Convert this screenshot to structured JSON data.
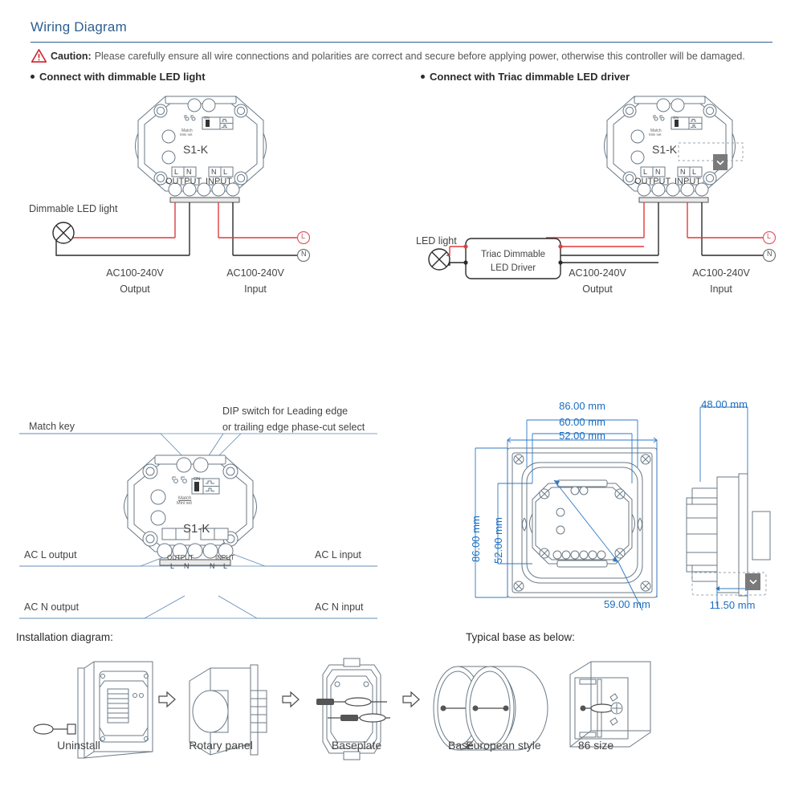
{
  "header": {
    "title": "Wiring Diagram",
    "caution_label": "Caution:",
    "caution_text": "Please carefully ensure all wire connections and polarities are correct and secure before applying power, otherwise this controller will be damaged.",
    "caution_icon": "warning-triangle-icon"
  },
  "wiring": {
    "left": {
      "heading": "Connect with dimmable LED light",
      "device_model": "S1-K",
      "dip_match_label": "Match",
      "dip_match_sub": "Mini set",
      "dip_on_label": "ON",
      "output_group": "OUTPUT",
      "output_terminals": [
        "L",
        "N"
      ],
      "input_group": "INPUT",
      "input_terminals": [
        "N",
        "L"
      ],
      "load_label": "Dimmable LED light",
      "output_caption_line1": "AC100-240V",
      "output_caption_line2": "Output",
      "input_caption_line1": "AC100-240V",
      "input_caption_line2": "Input",
      "mains_live": "L",
      "mains_neutral": "N"
    },
    "right": {
      "heading": "Connect with Triac dimmable LED driver",
      "device_model": "S1-K",
      "dip_match_label": "Match",
      "dip_match_sub": "Mini set",
      "dip_on_label": "ON",
      "output_group": "OUTPUT",
      "output_terminals": [
        "L",
        "N"
      ],
      "input_group": "INPUT",
      "input_terminals": [
        "N",
        "L"
      ],
      "load_label": "LED light",
      "driver_line1": "Triac Dimmable",
      "driver_line2": "LED Driver",
      "output_caption_line1": "AC100-240V",
      "output_caption_line2": "Output",
      "input_caption_line1": "AC100-240V",
      "input_caption_line2": "Input",
      "mains_live": "L",
      "mains_neutral": "N",
      "dropdown_icon": "chevron-down-icon"
    }
  },
  "callouts": {
    "device_model": "S1-K",
    "match_key": "Match key",
    "dip_note_line1": "DIP switch for Leading edge",
    "dip_note_line2": "or trailing edge phase-cut select",
    "ac_l_output": "AC L output",
    "ac_n_output": "AC N output",
    "ac_l_input": "AC L input",
    "ac_n_input": "AC N input",
    "dip_match_label": "Match",
    "dip_match_sub": "Mini set",
    "dip_on_label": "ON",
    "output_group": "OUTPUT",
    "output_terminals": [
      "L",
      "N"
    ],
    "input_group": "INPUT",
    "input_terminals": [
      "N",
      "L"
    ]
  },
  "dimensions": {
    "front": {
      "width_outer": "86.00 mm",
      "width_mid": "60.00 mm",
      "width_inner": "52.00 mm",
      "height_outer": "86.00 mm",
      "height_inner": "52.00 mm",
      "diagonal": "59.00 mm"
    },
    "side": {
      "depth_total": "48.00 mm",
      "depth_front": "11.50 mm",
      "dropdown_icon": "chevron-down-icon"
    }
  },
  "installation": {
    "title": "Installation diagram:",
    "steps": [
      {
        "label": "Uninstall",
        "icon": "screwdriver-panel-icon"
      },
      {
        "label": "Rotary panel",
        "icon": "rotary-panel-icon"
      },
      {
        "label": "Baseplate",
        "icon": "baseplate-icon"
      },
      {
        "label": "Base",
        "icon": "round-base-icon"
      }
    ],
    "arrow_icon": "arrow-right-icon"
  },
  "typical_base": {
    "title": "Typical base as below:",
    "items": [
      {
        "label": "European style",
        "icon": "round-base-icon"
      },
      {
        "label": "86 size",
        "icon": "square-base-icon"
      }
    ]
  },
  "colors": {
    "heading": "#2f5f8f",
    "caution": "#d0202a",
    "dimension": "#1b6ec2",
    "wire_live": "#e03a3a",
    "wire_neutral": "#2b2b2b",
    "outline": "#6b7a86"
  }
}
